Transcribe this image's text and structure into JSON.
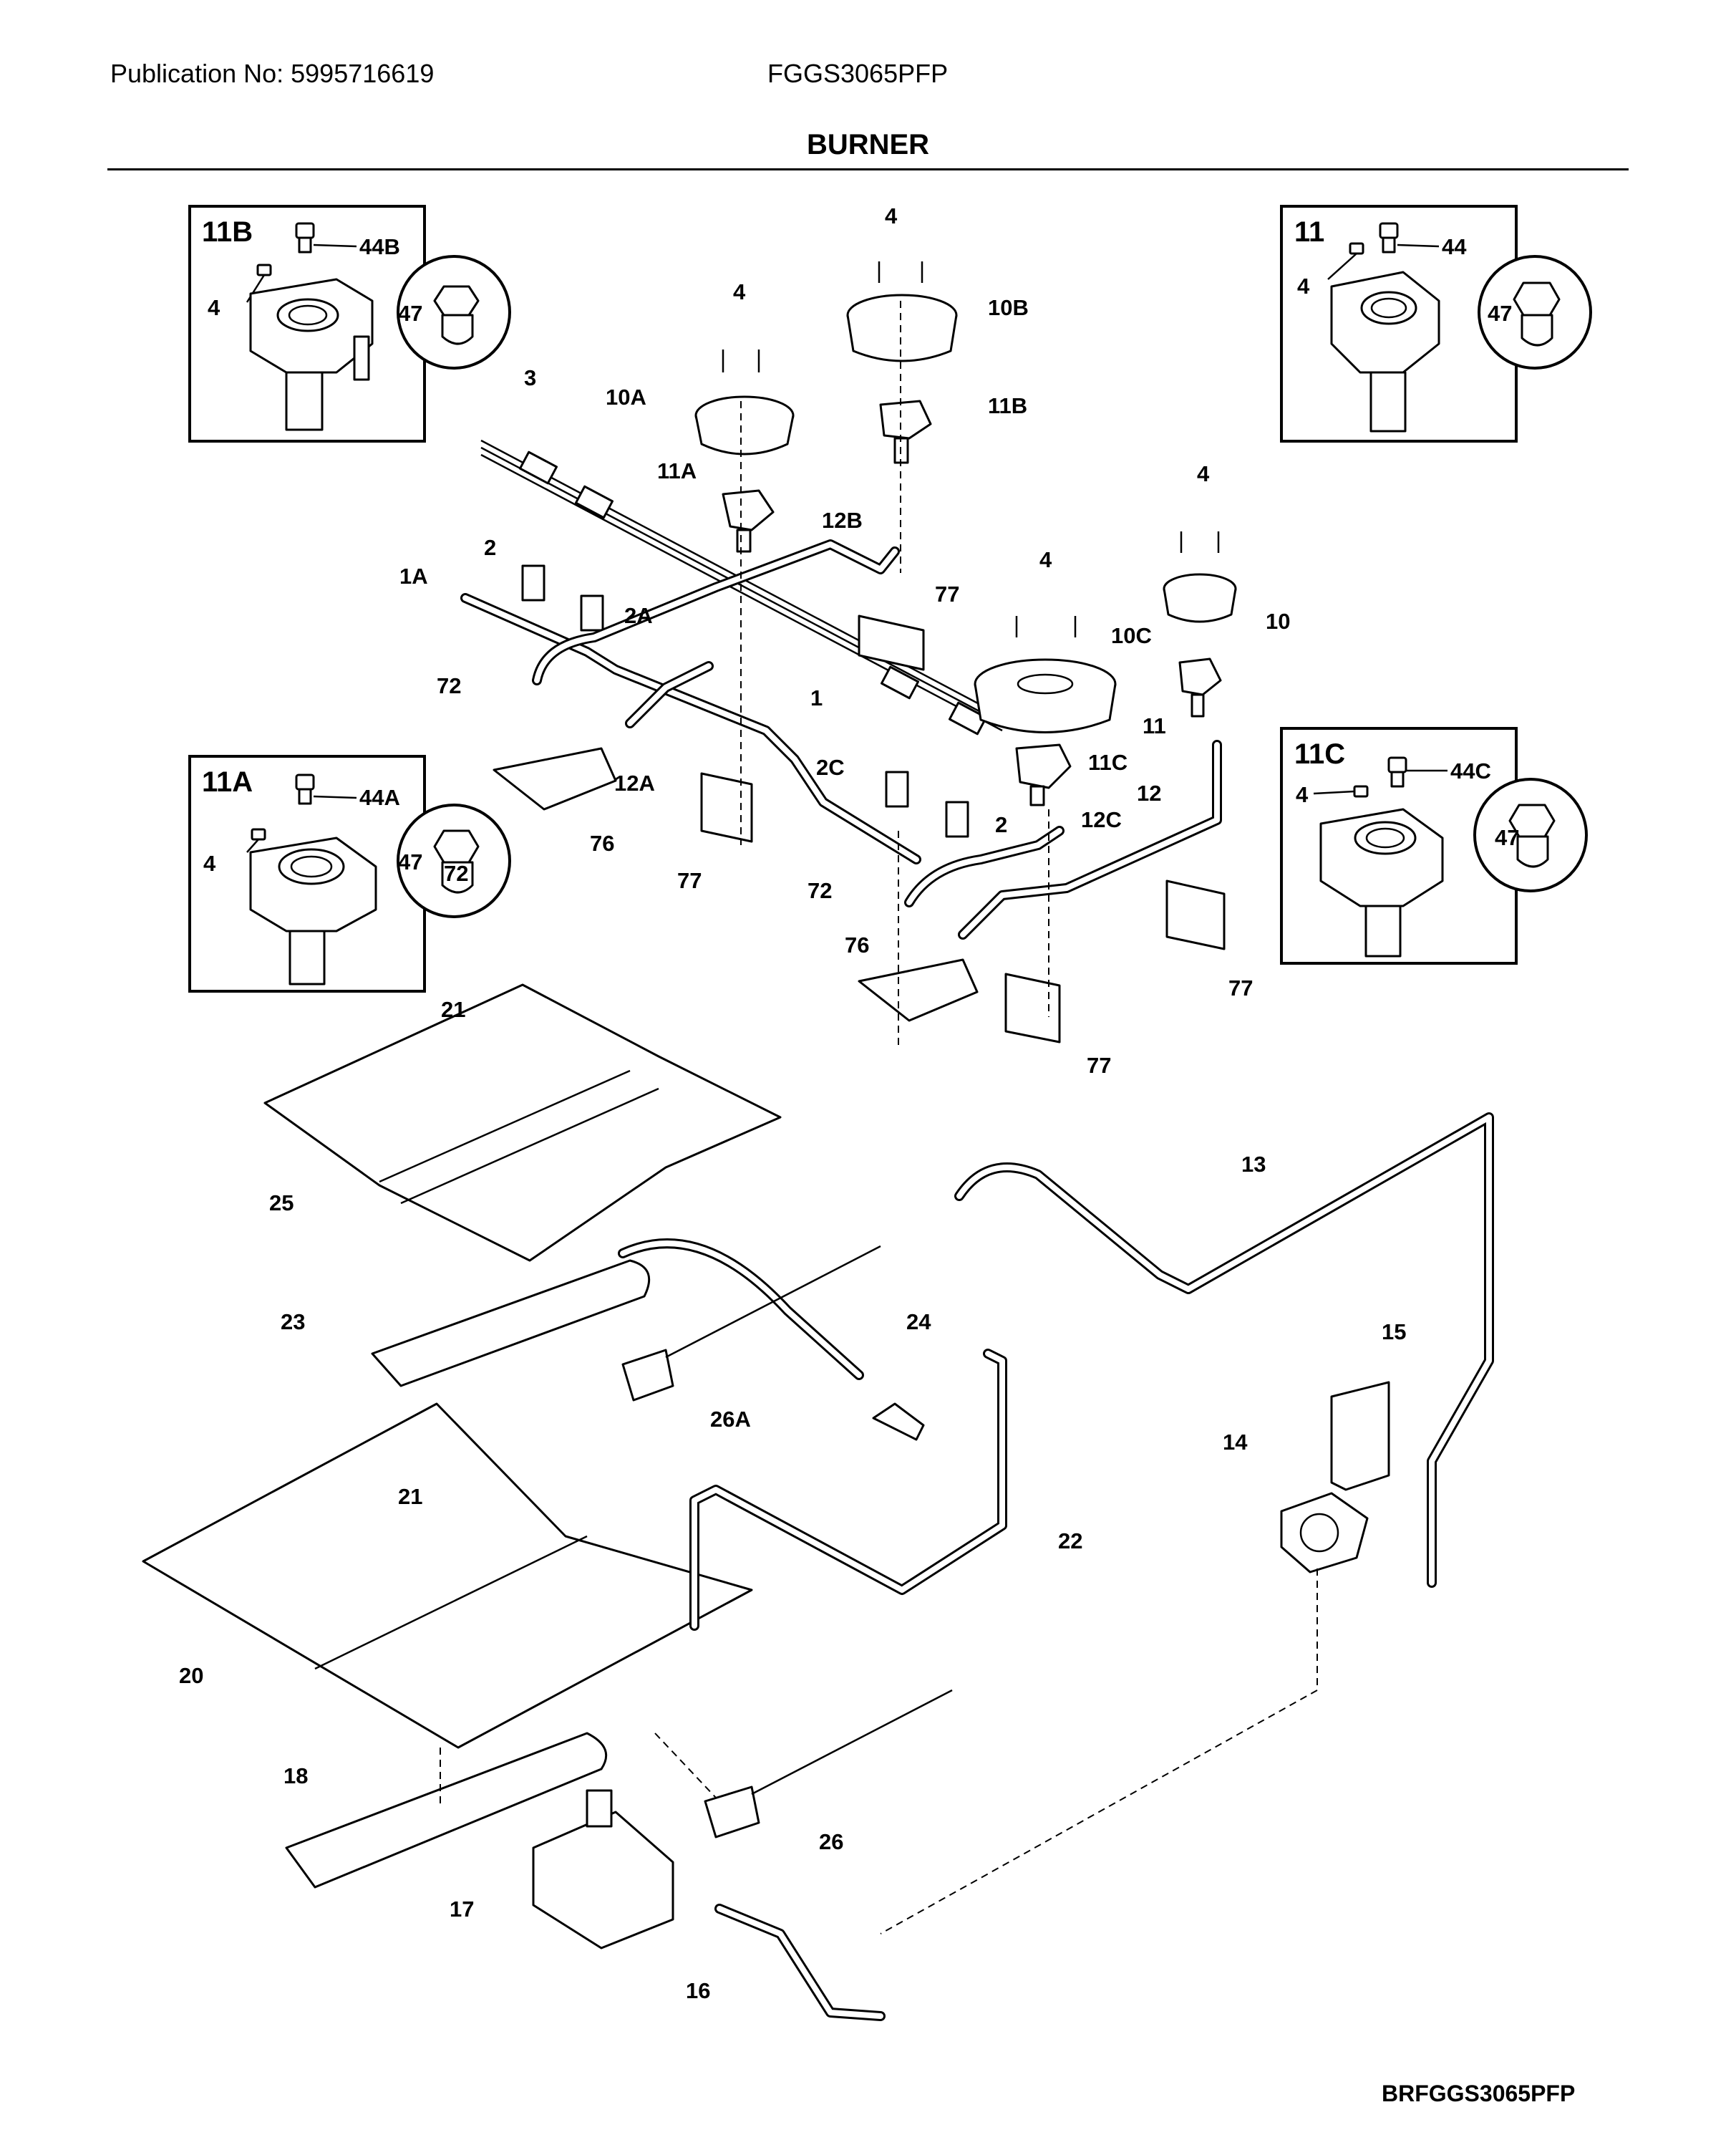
{
  "header": {
    "publication": "Publication No: 5995716619",
    "model": "FGGS3065PFP",
    "title": "BURNER"
  },
  "footer": {
    "code": "BRFGGS3065PFP"
  },
  "insets": [
    {
      "title": "11B",
      "labels": [
        "44B",
        "4",
        "47"
      ]
    },
    {
      "title": "11",
      "labels": [
        "44",
        "4",
        "47"
      ]
    },
    {
      "title": "11A",
      "labels": [
        "44A",
        "4",
        "47"
      ]
    },
    {
      "title": "11C",
      "labels": [
        "44C",
        "4",
        "47"
      ]
    }
  ],
  "callouts": [
    "4",
    "10B",
    "11B",
    "4",
    "10A",
    "11A",
    "3",
    "12B",
    "2",
    "1A",
    "2A",
    "77",
    "72",
    "72",
    "4",
    "10C",
    "11C",
    "4",
    "10",
    "11",
    "1",
    "2C",
    "2",
    "12A",
    "76",
    "12C",
    "12",
    "77",
    "72",
    "77",
    "77",
    "76",
    "21",
    "25",
    "13",
    "23",
    "24",
    "26A",
    "15",
    "14",
    "22",
    "21",
    "20",
    "18",
    "26",
    "17",
    "16"
  ]
}
